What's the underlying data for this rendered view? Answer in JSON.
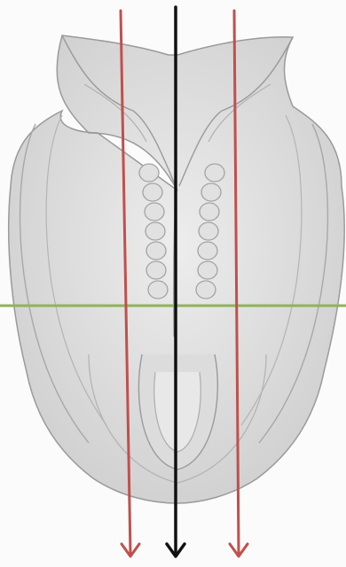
{
  "colors": {
    "background": "#fbfbfb",
    "embryo_fill": "#e6e6e6",
    "embryo_shade": "#d2d2d2",
    "embryo_outline": "#9a9a9a",
    "somite_fill": "#e1e1e1",
    "somite_outline": "#a3a3a3",
    "midline_arrow": "#111111",
    "lateral_arrow": "#c0504d",
    "transverse_line": "#8fb35a"
  },
  "arrows": [
    {
      "name": "left-lateral-arrow",
      "color_key": "lateral_arrow",
      "direction": "down"
    },
    {
      "name": "midline-arrow",
      "color_key": "midline_arrow",
      "direction": "down"
    },
    {
      "name": "right-lateral-arrow",
      "color_key": "lateral_arrow",
      "direction": "down"
    }
  ],
  "transverse_line": {
    "color_key": "transverse_line",
    "orientation": "horizontal"
  },
  "somites": {
    "per_side": 7
  }
}
